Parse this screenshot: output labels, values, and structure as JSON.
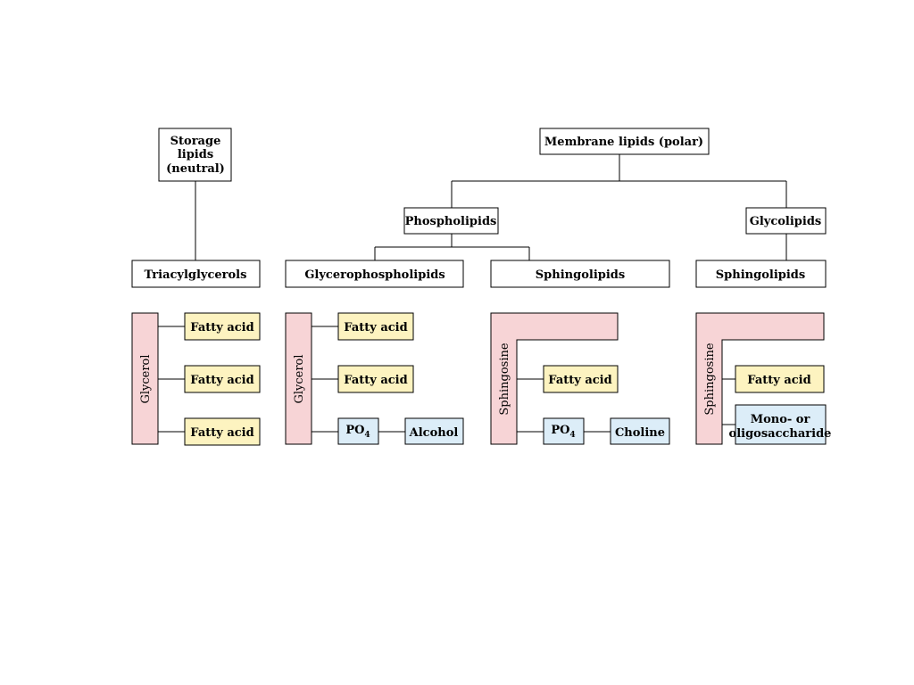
{
  "top": {
    "storage": [
      "Storage",
      "lipids",
      "(neutral)"
    ],
    "membrane": "Membrane lipids (polar)"
  },
  "mid": {
    "phospholipids": "Phospholipids",
    "glycolipids": "Glycolipids"
  },
  "classes": {
    "triacylglycerols": "Triacylglycerols",
    "glycerophospholipids": "Glycerophospholipids",
    "sphingolipids_phospho": "Sphingolipids",
    "sphingolipids_glyco": "Sphingolipids"
  },
  "components": {
    "fatty_acid": "Fatty acid",
    "glycerol": "Glycerol",
    "sphingosine": "Sphingosine",
    "po4_base": "PO",
    "po4_sub": "4",
    "alcohol": "Alcohol",
    "choline": "Choline",
    "sugar": [
      "Mono- or",
      "oligosaccharide"
    ]
  },
  "colors": {
    "fatty_acid": "#fdf3c0",
    "polar_group": "#dcedf8",
    "backbone": "#f7d4d6"
  }
}
